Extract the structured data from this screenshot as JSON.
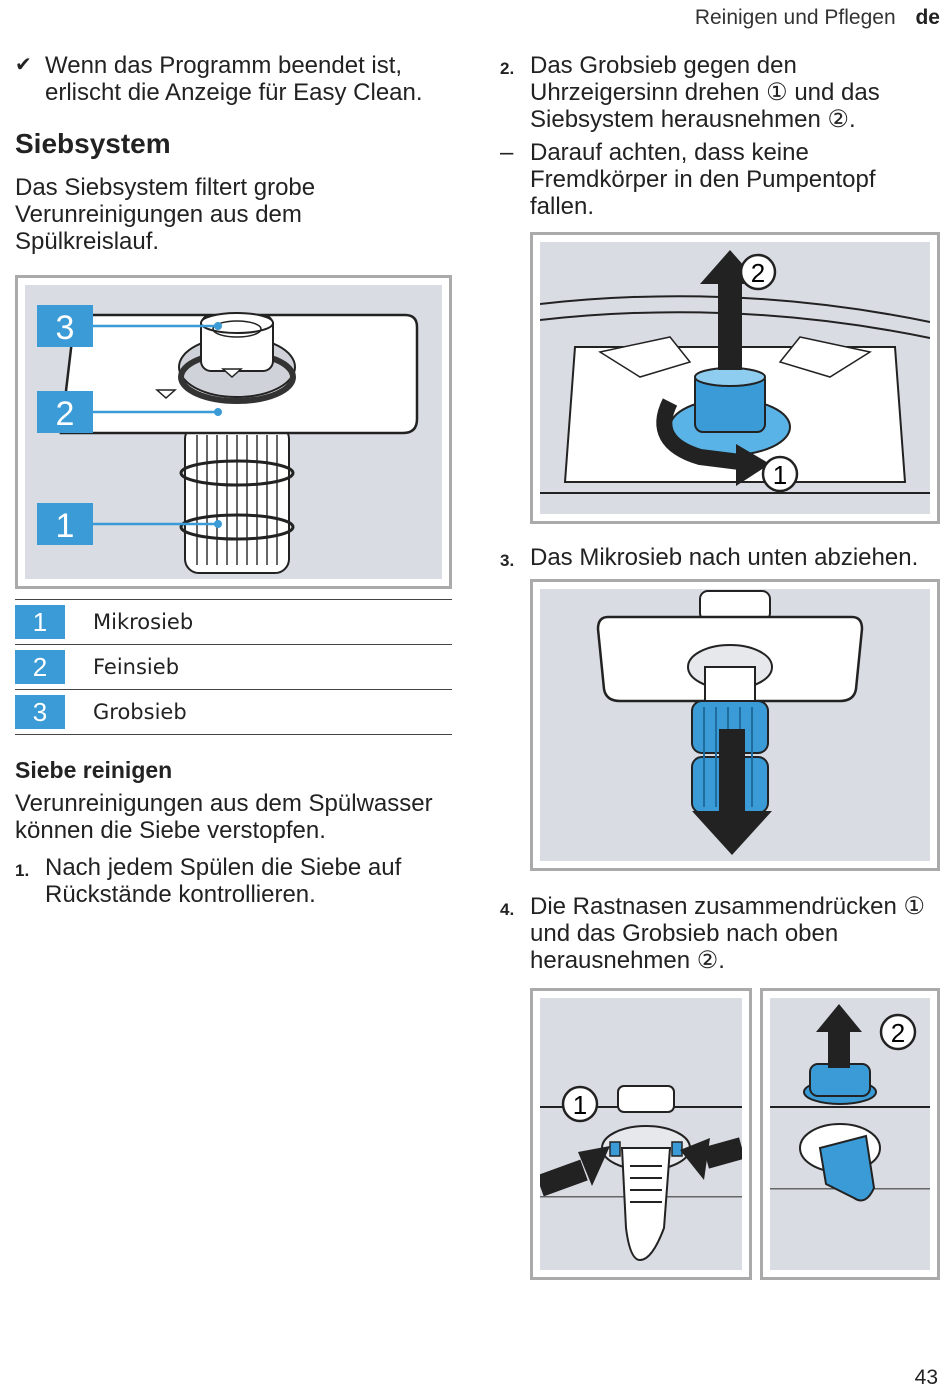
{
  "header": {
    "section": "Reinigen und Pflegen",
    "lang": "de"
  },
  "left": {
    "bullet_mark": "✔",
    "bullet_text": "Wenn das Programm beendet ist, erlischt die Anzeige für Easy Clean.",
    "heading": "Siebsystem",
    "intro": "Das Siebsystem filtert grobe Verunreinigungen aus dem Spülkreislauf.",
    "figure_callouts": [
      "3",
      "2",
      "1"
    ],
    "legend": [
      {
        "num": "1",
        "label": "Mikrosieb"
      },
      {
        "num": "2",
        "label": "Feinsieb"
      },
      {
        "num": "3",
        "label": "Grobsieb"
      }
    ],
    "subheading": "Siebe reinigen",
    "subintro": "Verunreinigungen aus dem Spülwasser können die Siebe verstopfen.",
    "step1_num": "1.",
    "step1_text": "Nach jedem Spülen die Siebe auf Rückstände kontrollieren."
  },
  "right": {
    "step2_num": "2.",
    "step2_text": "Das Grobsieb gegen den Uhrzeigersinn drehen ① und das Siebsystem herausnehmen ②.",
    "step2_dash": "–",
    "step2_sub": "Darauf achten, dass keine Fremdkörper in den Pumpentopf fallen.",
    "fig2_callouts": [
      "2",
      "1"
    ],
    "step3_num": "3.",
    "step3_text": "Das Mikrosieb nach unten abziehen.",
    "step4_num": "4.",
    "step4_text": "Die Rastnasen zusammendrücken ① und das Grobsieb nach oben herausnehmen ②.",
    "fig4_callouts": [
      "1",
      "2"
    ]
  },
  "page_number": "43",
  "colors": {
    "accent": "#3a9bd6",
    "figure_bg": "#d9dce3",
    "border": "#aaaaaa"
  }
}
